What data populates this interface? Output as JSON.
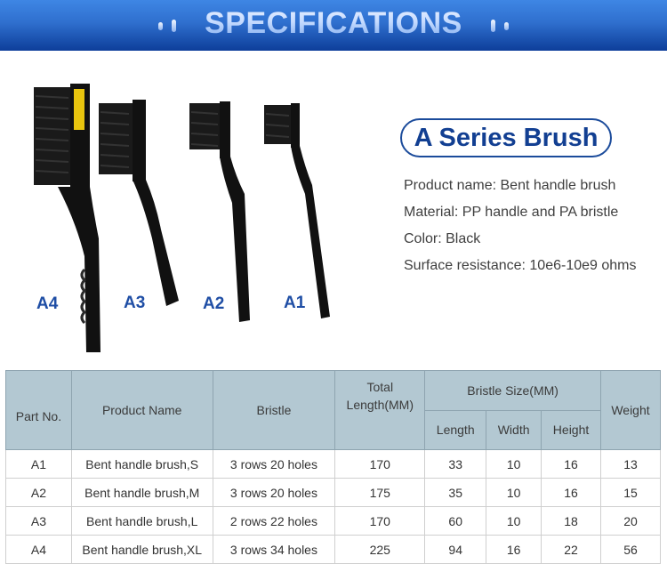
{
  "banner": {
    "title": "SPECIFICATIONS"
  },
  "photo": {
    "labels": [
      "A4",
      "A3",
      "A2",
      "A1"
    ]
  },
  "product": {
    "series_title": "A Series Brush",
    "specs": [
      "Product name: Bent handle brush",
      "Material: PP handle and PA bristle",
      "Color: Black",
      "Surface resistance: 10e6-10e9 ohms"
    ]
  },
  "table": {
    "headers": {
      "part_no": "Part No.",
      "product_name": "Product Name",
      "bristle": "Bristle",
      "total_length": "Total Length(MM)",
      "bristle_size": "Bristle Size(MM)",
      "length": "Length",
      "width": "Width",
      "height": "Height",
      "weight": "Weight"
    },
    "rows": [
      [
        "A1",
        "Bent handle brush,S",
        "3 rows 20 holes",
        "170",
        "33",
        "10",
        "16",
        "13"
      ],
      [
        "A2",
        "Bent handle brush,M",
        "3 rows 20 holes",
        "175",
        "35",
        "10",
        "16",
        "15"
      ],
      [
        "A3",
        "Bent handle brush,L",
        "2 rows 22 holes",
        "170",
        "60",
        "10",
        "18",
        "20"
      ],
      [
        "A4",
        "Bent handle brush,XL",
        "3 rows 34 holes",
        "225",
        "94",
        "16",
        "22",
        "56"
      ]
    ]
  },
  "colors": {
    "banner_top": "#3e86e4",
    "banner_bottom": "#0d3e9a",
    "title_blue": "#123f92",
    "label_blue": "#1f4ea5",
    "table_header_bg": "#b3c8d2"
  }
}
